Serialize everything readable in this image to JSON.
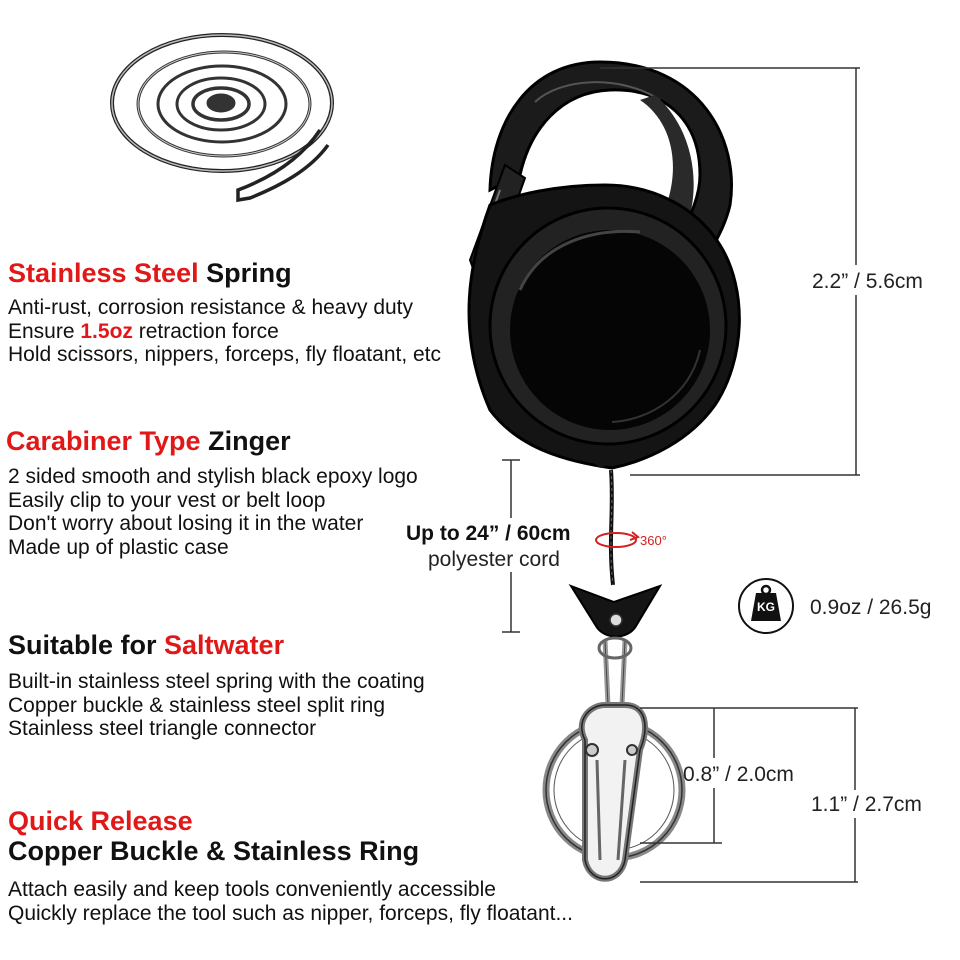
{
  "sections": {
    "spring": {
      "title_red": "Stainless Steel",
      "title_black": "Spring",
      "line1": "Anti-rust, corrosion resistance & heavy duty",
      "line2_pre": "Ensure ",
      "line2_hl": "1.5oz",
      "line2_post": " retraction force",
      "line3": "Hold scissors, nippers, forceps, fly floatant, etc"
    },
    "carabiner": {
      "title_red": "Carabiner Type",
      "title_black": "Zinger",
      "lines": [
        "2 sided smooth and stylish black epoxy logo",
        "Easily clip to your vest or belt loop",
        "Don't worry about losing it in the water",
        "Made up of plastic case"
      ]
    },
    "saltwater": {
      "title_black": "Suitable for",
      "title_red": "Saltwater",
      "lines": [
        "Built-in stainless steel spring with the coating",
        "Copper buckle & stainless steel split ring",
        "Stainless steel triangle connector"
      ]
    },
    "release": {
      "title_red": "Quick Release",
      "title_black": "Copper Buckle & Stainless Ring",
      "lines": [
        "Attach easily and keep tools conveniently accessible",
        "Quickly replace the tool such as nipper, forceps, fly floatant..."
      ]
    }
  },
  "dimensions": {
    "height": "2.2” / 5.6cm",
    "cord_length": "Up to 24” / 60cm",
    "cord_material": "polyester cord",
    "rotation": "360°",
    "weight_badge": "KG",
    "weight": "0.9oz / 26.5g",
    "buckle": "0.8” / 2.0cm",
    "ring": "1.1” / 2.7cm"
  }
}
